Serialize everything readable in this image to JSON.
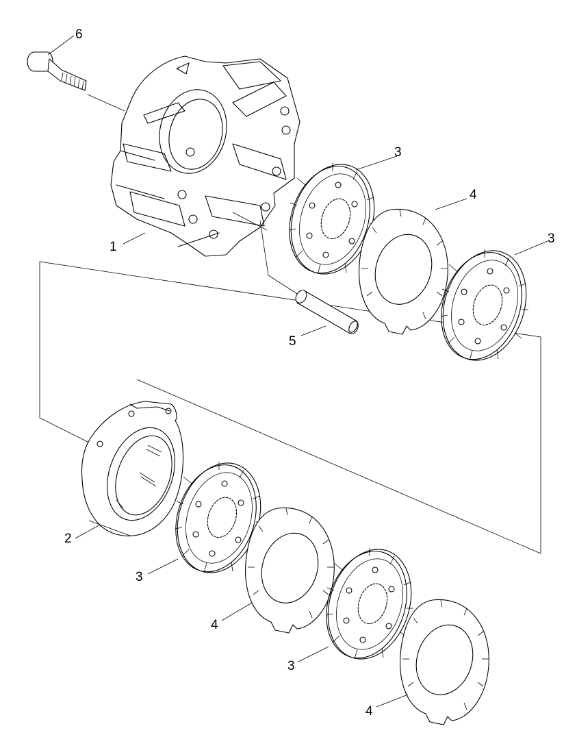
{
  "callouts": {
    "housing": "1",
    "brake_plate": "2",
    "friction_disc_upper_a": "3",
    "friction_disc_upper_b": "3",
    "friction_disc_lower_a": "3",
    "friction_disc_lower_b": "3",
    "separator_plate_upper": "4",
    "separator_plate_lower_a": "4",
    "separator_plate_lower_b": "4",
    "pin": "5",
    "bolt": "6"
  }
}
